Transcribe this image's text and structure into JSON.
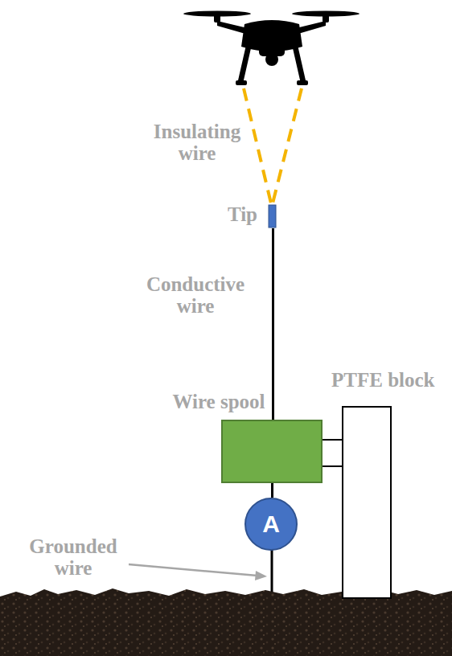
{
  "diagram": {
    "nodes": [
      {
        "text": [
          "Tip"
        ]
      },
      {
        "text": [
          "Wire spool"
        ]
      },
      {
        "text": [
          "A"
        ]
      },
      {
        "text": [
          "PTFE block"
        ]
      }
    ],
    "edges": [
      {
        "from": 0,
        "to": 1,
        "arrow": "none",
        "label": "Conductive wire"
      },
      {
        "from": 1,
        "to": 2,
        "arrow": "none"
      }
    ],
    "labels": [
      "Insulating wire",
      "Grounded wire"
    ]
  }
}
